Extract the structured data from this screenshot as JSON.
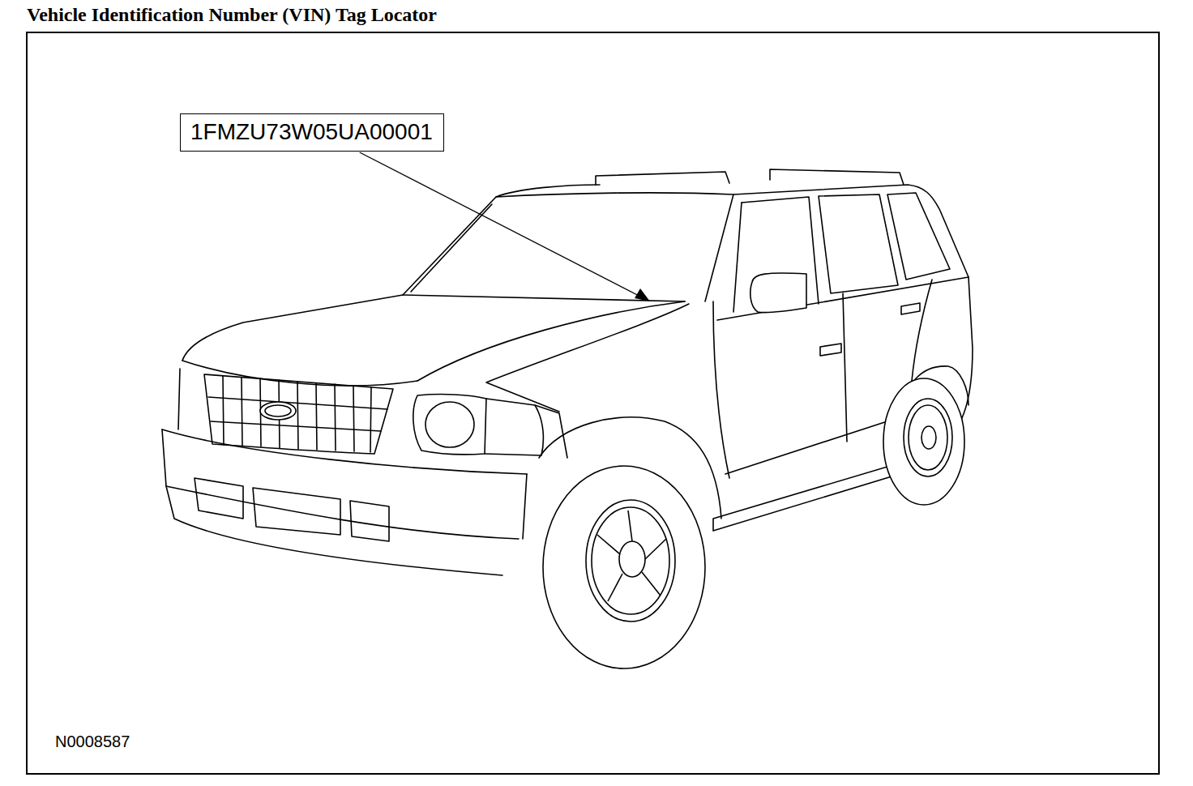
{
  "diagram": {
    "title": "Vehicle Identification Number (VIN) Tag Locator",
    "nodes": [
      {
        "text": [
          "1FMZU73W05UA00001"
        ]
      }
    ],
    "labels": [
      "N0008587"
    ]
  }
}
